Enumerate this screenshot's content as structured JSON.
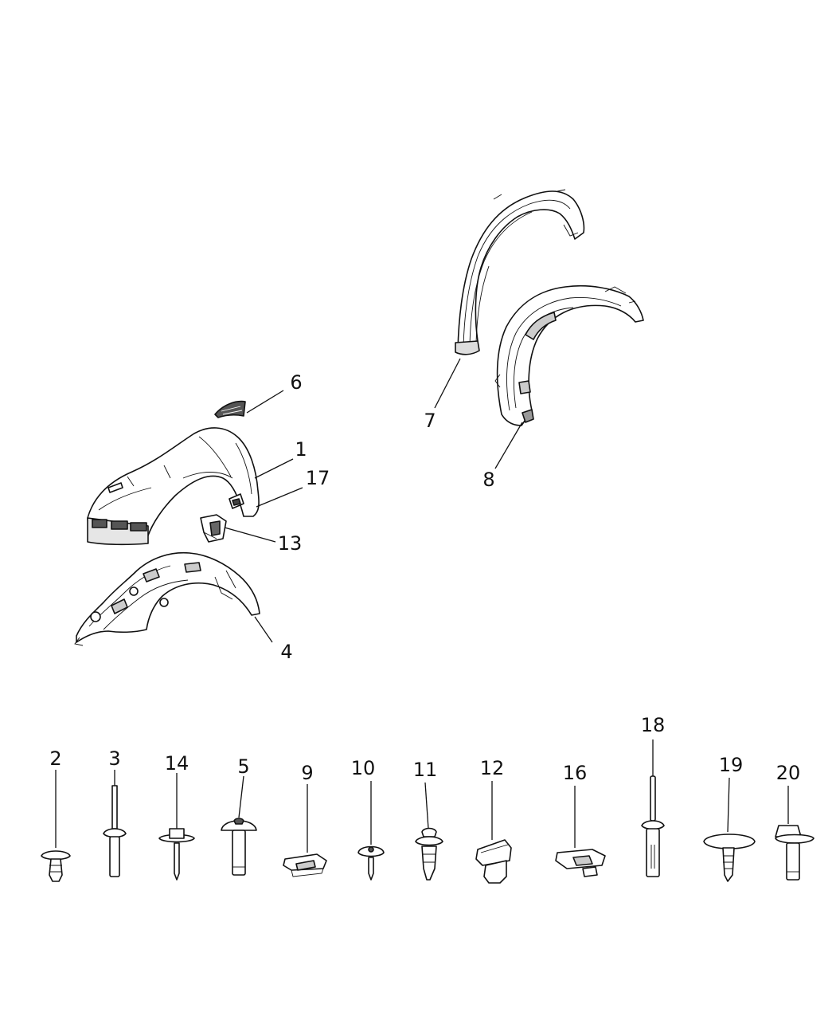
{
  "diagram": {
    "callouts": {
      "c1": "1",
      "c2": "2",
      "c3": "3",
      "c4": "4",
      "c5": "5",
      "c6": "6",
      "c7": "7",
      "c8": "8",
      "c9": "9",
      "c10": "10",
      "c11": "11",
      "c12": "12",
      "c13": "13",
      "c14": "14",
      "c16": "16",
      "c17": "17",
      "c18": "18",
      "c19": "19",
      "c20": "20"
    },
    "colors": {
      "line": "#111111",
      "fill": "#ffffff",
      "shade": "#dcdcdc",
      "dark": "#333333"
    }
  }
}
